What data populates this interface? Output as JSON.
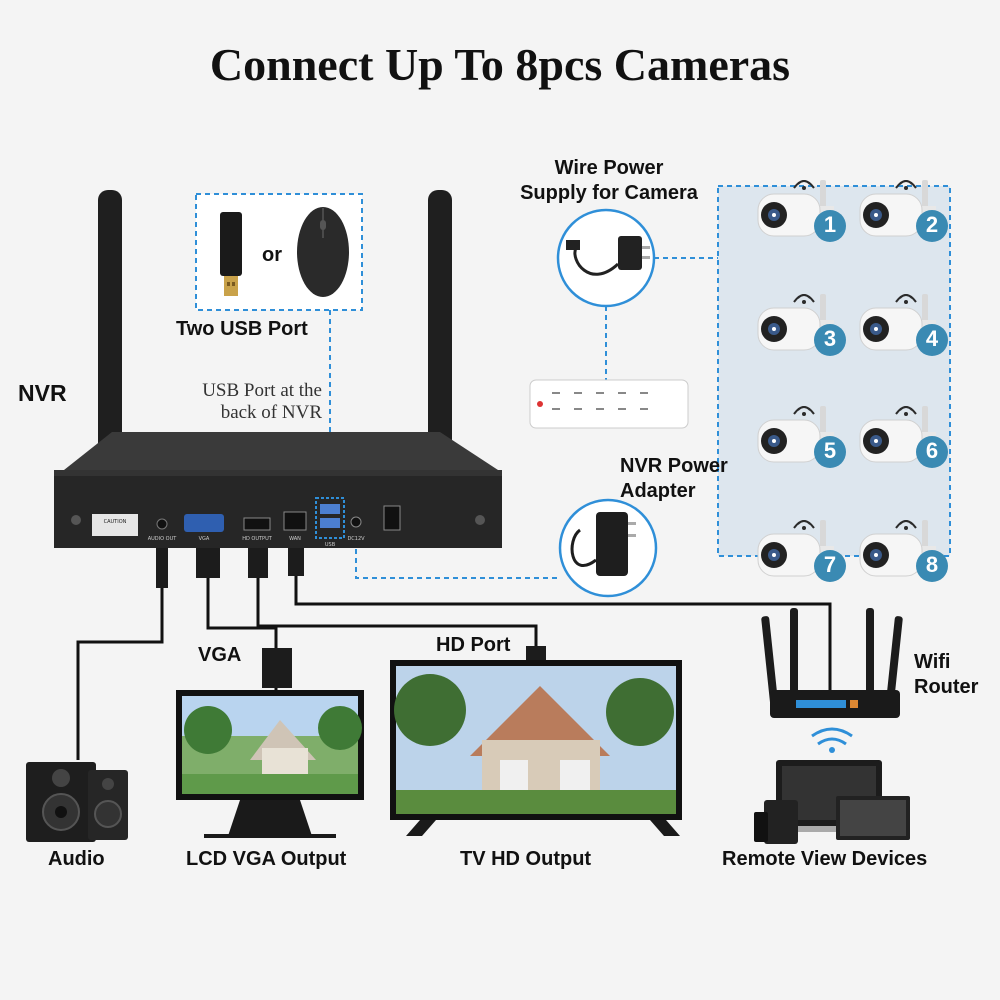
{
  "title": "Connect Up To 8pcs Cameras",
  "labels": {
    "nvr": "NVR",
    "usb_or": "or",
    "two_usb_port": "Two USB Port",
    "usb_back_line1": "USB Port at the",
    "usb_back_line2": "back of NVR",
    "wire_power_line1": "Wire Power",
    "wire_power_line2": "Supply for Camera",
    "nvr_power_line1": "NVR Power",
    "nvr_power_line2": "Adapter",
    "vga": "VGA",
    "hd_port": "HD Port",
    "wifi_line1": "Wifi",
    "wifi_line2": "Router",
    "audio": "Audio",
    "lcd_vga_output": "LCD VGA Output",
    "tv_hd_output": "TV HD Output",
    "remote_view_devices": "Remote View Devices"
  },
  "nvr_ports": {
    "audio_out": "AUDIO OUT",
    "vga": "VGA",
    "hd_output": "HD OUTPUT",
    "wan": "WAN",
    "usb": "USB",
    "dc": "DC12V",
    "caution": "CAUTION"
  },
  "cameras": [
    "1",
    "2",
    "3",
    "4",
    "5",
    "6",
    "7",
    "8"
  ],
  "colors": {
    "accent": "#2f8fd8",
    "camera_badge": "#3a8ab3",
    "device_dark": "#2b2b2b"
  }
}
